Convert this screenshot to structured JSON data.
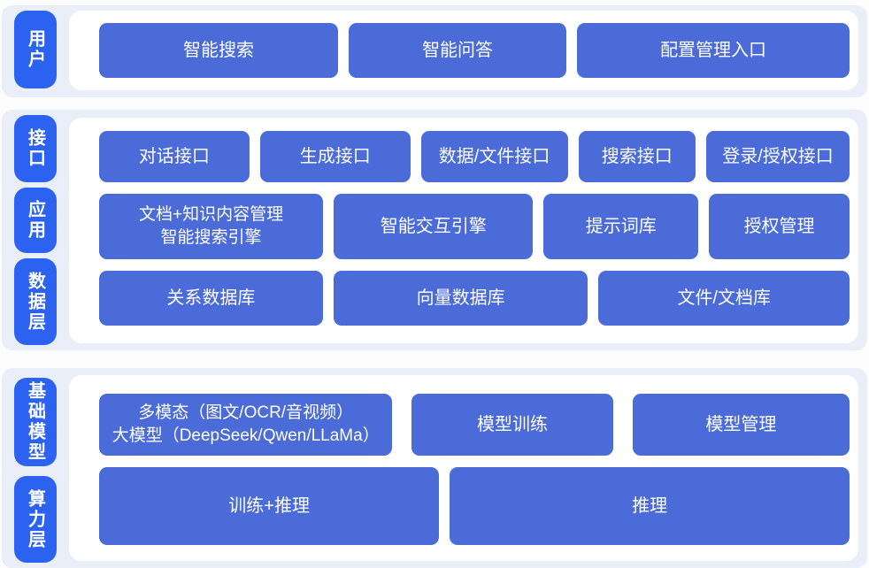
{
  "palette": {
    "pill_blue": "#2b62f0",
    "block_blue": "#4a6bd8",
    "panel_light_blue": "#e9eef8",
    "inner_panel_white": "#ffffff",
    "text_white": "#ffffff"
  },
  "sections": [
    {
      "id": "user-layer",
      "pills": [
        {
          "label": "用户"
        }
      ],
      "rows": [
        {
          "buttons": [
            {
              "label": "智能搜索"
            },
            {
              "label": "智能问答"
            },
            {
              "label": "配置管理入口"
            }
          ]
        }
      ]
    },
    {
      "id": "interface-application-data-layers",
      "pills": [
        {
          "label": "接口"
        },
        {
          "label": "应用"
        },
        {
          "label": "数据层"
        }
      ],
      "rows": [
        {
          "buttons": [
            {
              "label": "对话接口"
            },
            {
              "label": "生成接口"
            },
            {
              "label": "数据/文件接口"
            },
            {
              "label": "搜索接口"
            },
            {
              "label": "登录/授权接口"
            }
          ]
        },
        {
          "buttons": [
            {
              "label": "文档+知识内容管理\n智能搜索引擎"
            },
            {
              "label": "智能交互引擎"
            },
            {
              "label": "提示词库"
            },
            {
              "label": "授权管理"
            }
          ]
        },
        {
          "buttons": [
            {
              "label": "关系数据库"
            },
            {
              "label": "向量数据库"
            },
            {
              "label": "文件/文档库"
            }
          ]
        }
      ]
    },
    {
      "id": "foundation-model-compute-layers",
      "pills": [
        {
          "label": "基础模型"
        },
        {
          "label": "算力层"
        }
      ],
      "rows": [
        {
          "buttons": [
            {
              "label": "多模态（图文/OCR/音视频）\n大模型（DeepSeek/Qwen/LLaMa）"
            },
            {
              "label": "模型训练"
            },
            {
              "label": "模型管理"
            }
          ]
        },
        {
          "buttons": [
            {
              "label": "训练+推理"
            },
            {
              "label": "推理"
            }
          ]
        }
      ]
    }
  ]
}
